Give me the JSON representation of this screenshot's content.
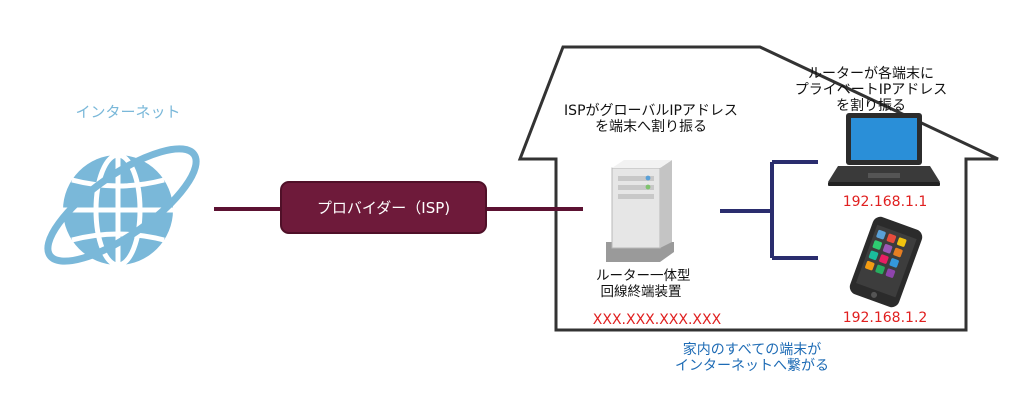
{
  "internet": {
    "label": "インターネット",
    "icon": "globe-icon",
    "color": "#7ab8d9"
  },
  "isp": {
    "label": "プロバイダー（ISP)",
    "box_color": "#6e1a3a"
  },
  "isp_assignment": {
    "line1": "ISPがグローバルIPアドレス",
    "line2": "を端末へ割り振る"
  },
  "router_assignment": {
    "line1": "ルーターが各端末に",
    "line2": "プライベートIPアドレス",
    "line3": "を割り振る"
  },
  "onu": {
    "line1": "ルーター一体型",
    "line2": "回線終端装置",
    "global_ip": "XXX.XXX.XXX.XXX",
    "icon": "server-icon"
  },
  "devices": [
    {
      "type": "laptop",
      "icon": "laptop-icon",
      "ip": "192.168.1.1"
    },
    {
      "type": "smartphone",
      "icon": "smartphone-icon",
      "ip": "192.168.1.2"
    }
  ],
  "footer": {
    "line1": "家内のすべての端末が",
    "line2": "インターネットへ繋がる"
  },
  "colors": {
    "wan_line": "#5c1232",
    "lan_line": "#2a2d6e",
    "ip_text": "#e02020",
    "house_outline": "#333333",
    "footer_text": "#1d6bb5"
  }
}
